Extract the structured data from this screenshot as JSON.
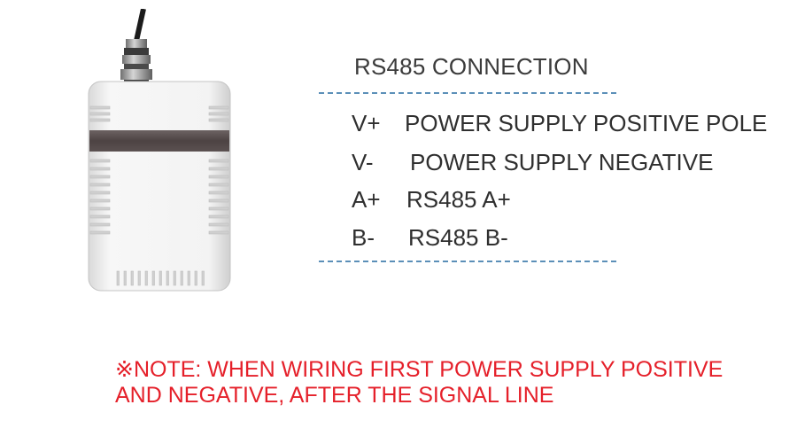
{
  "header": {
    "title": "RS485 CONNECTION"
  },
  "connections": [
    {
      "code": "V+",
      "description": "POWER SUPPLY POSITIVE POLE"
    },
    {
      "code": "V-",
      "description": "POWER SUPPLY NEGATIVE"
    },
    {
      "code": "A+",
      "description": "RS485 A+"
    },
    {
      "code": "B-",
      "description": "RS485 B-"
    }
  ],
  "note": {
    "line1": "※NOTE: WHEN WIRING FIRST POWER SUPPLY POSITIVE",
    "line2": "AND NEGATIVE, AFTER THE SIGNAL LINE"
  },
  "colors": {
    "note": "#e5202a",
    "divider": "#5b8fb8",
    "device_body": "#f1f1f1",
    "device_band": "#5a4f4f"
  }
}
